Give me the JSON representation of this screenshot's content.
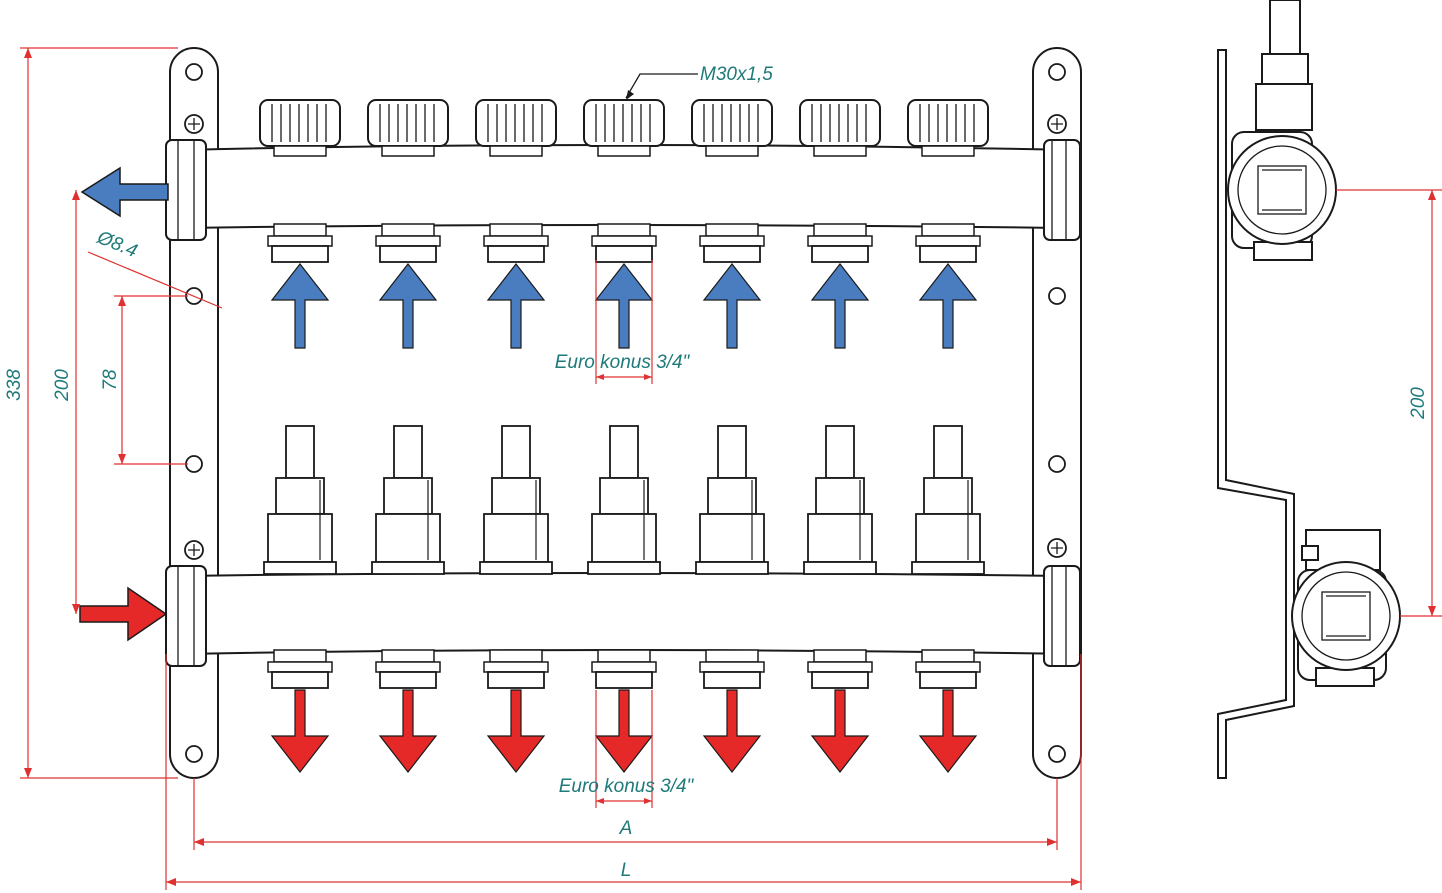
{
  "labels": {
    "thread": "M30x1,5",
    "hole_diameter": "Ø8.4",
    "euro_top": "Euro konus 3/4\"",
    "euro_bottom": "Euro konus 3/4\"",
    "dim_a": "A",
    "dim_l": "L",
    "dim_338": "338",
    "dim_200_left": "200",
    "dim_78": "78",
    "dim_200_right": "200"
  },
  "outlets": 7,
  "colors": {
    "supply_arrow": "#4a7cc0",
    "return_arrow": "#e52828",
    "dimension_line": "#e03030",
    "dimension_text": "#1f7a7a",
    "outline": "#1a1a1a"
  }
}
